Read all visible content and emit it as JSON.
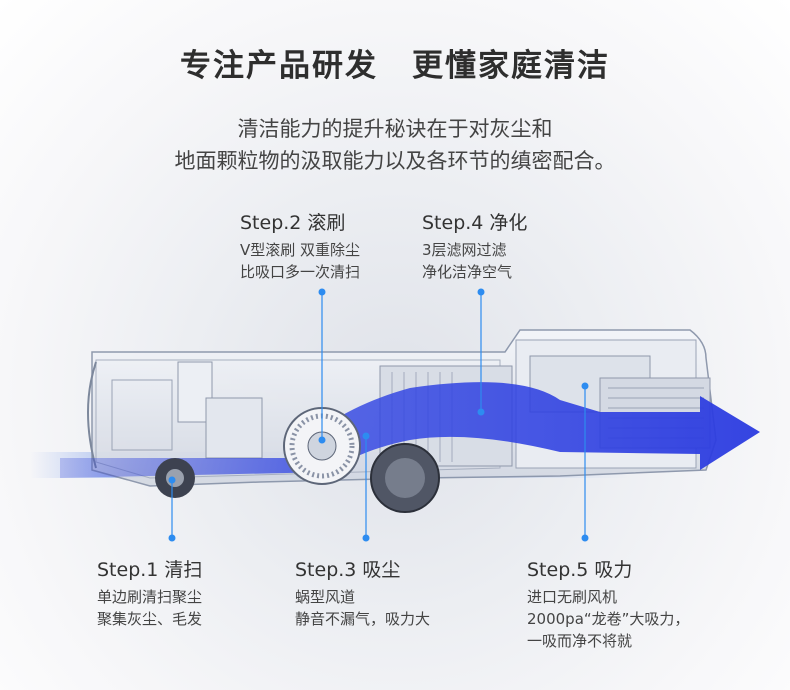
{
  "headline": {
    "left": "专注产品研发",
    "right": "更懂家庭清洁"
  },
  "subtitle": {
    "line1": "清洁能力的提升秘诀在于对灰尘和",
    "line2": "地面颗粒物的汲取能力以及各环节的缜密配合。"
  },
  "steps": [
    {
      "title": "Step.1 清扫",
      "lines": [
        "单边刷清扫聚尘",
        "聚集灰尘、毛发"
      ]
    },
    {
      "title": "Step.2 滚刷",
      "lines": [
        "V型滚刷 双重除尘",
        "比吸口多一次清扫"
      ]
    },
    {
      "title": "Step.3 吸尘",
      "lines": [
        "蜗型风道",
        "静音不漏气，吸力大"
      ]
    },
    {
      "title": "Step.4 净化",
      "lines": [
        "3层滤网过滤",
        "净化洁净空气"
      ]
    },
    {
      "title": "Step.5 吸力",
      "lines": [
        "进口无刷风机",
        "2000pa“龙卷”大吸力，",
        "一吸而净不将就"
      ]
    }
  ],
  "colors": {
    "accent": "#2d8cf0",
    "airflow": "#3a4fe0",
    "text": "#333333"
  },
  "icons": [
    "robot-vacuum-cutaway",
    "airflow-arrow",
    "callout-dot"
  ]
}
